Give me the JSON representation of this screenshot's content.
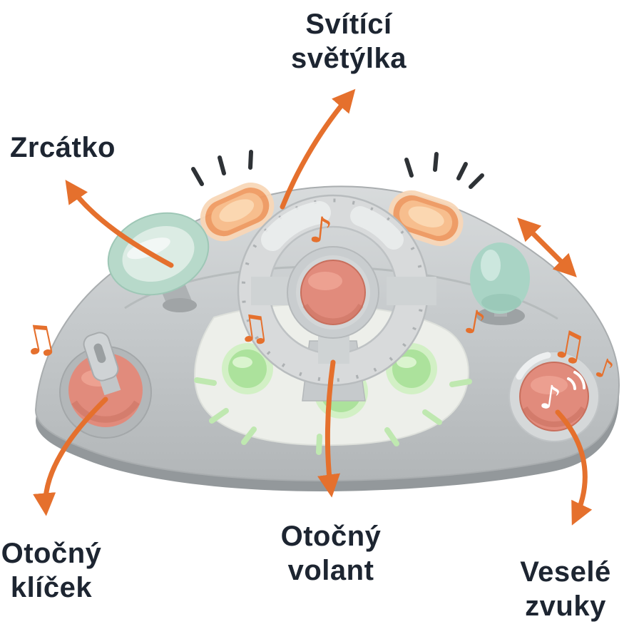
{
  "labels": {
    "lights": "Svítící\nsvětýlka",
    "mirror": "Zrcátko",
    "key": "Otočný\nklíček",
    "wheel": "Otočný\nvolant",
    "sounds": "Veselé\nzvuky"
  },
  "icons": {
    "music_note_beamed": "♫",
    "music_note_single": "♪",
    "sound_button_note": "♪"
  },
  "colors": {
    "accent_orange": "#E5702D",
    "label_text": "#1D2531",
    "body_gray_light": "#D8DBDC",
    "body_gray": "#C6CACC",
    "body_gray_dark": "#93989B",
    "panel_white": "#EDEFEA",
    "coral": "#E18B7C",
    "coral_dark": "#C86F5D",
    "mint": "#A9D4C5",
    "mirror_mint": "#B7D9CA",
    "glow_green": "#ACE29C",
    "glow_green_light": "#BFE8B0",
    "light_orange": "#F09A62",
    "light_orange_glow": "#F8D7B8",
    "dash_dark": "#2E3236"
  }
}
